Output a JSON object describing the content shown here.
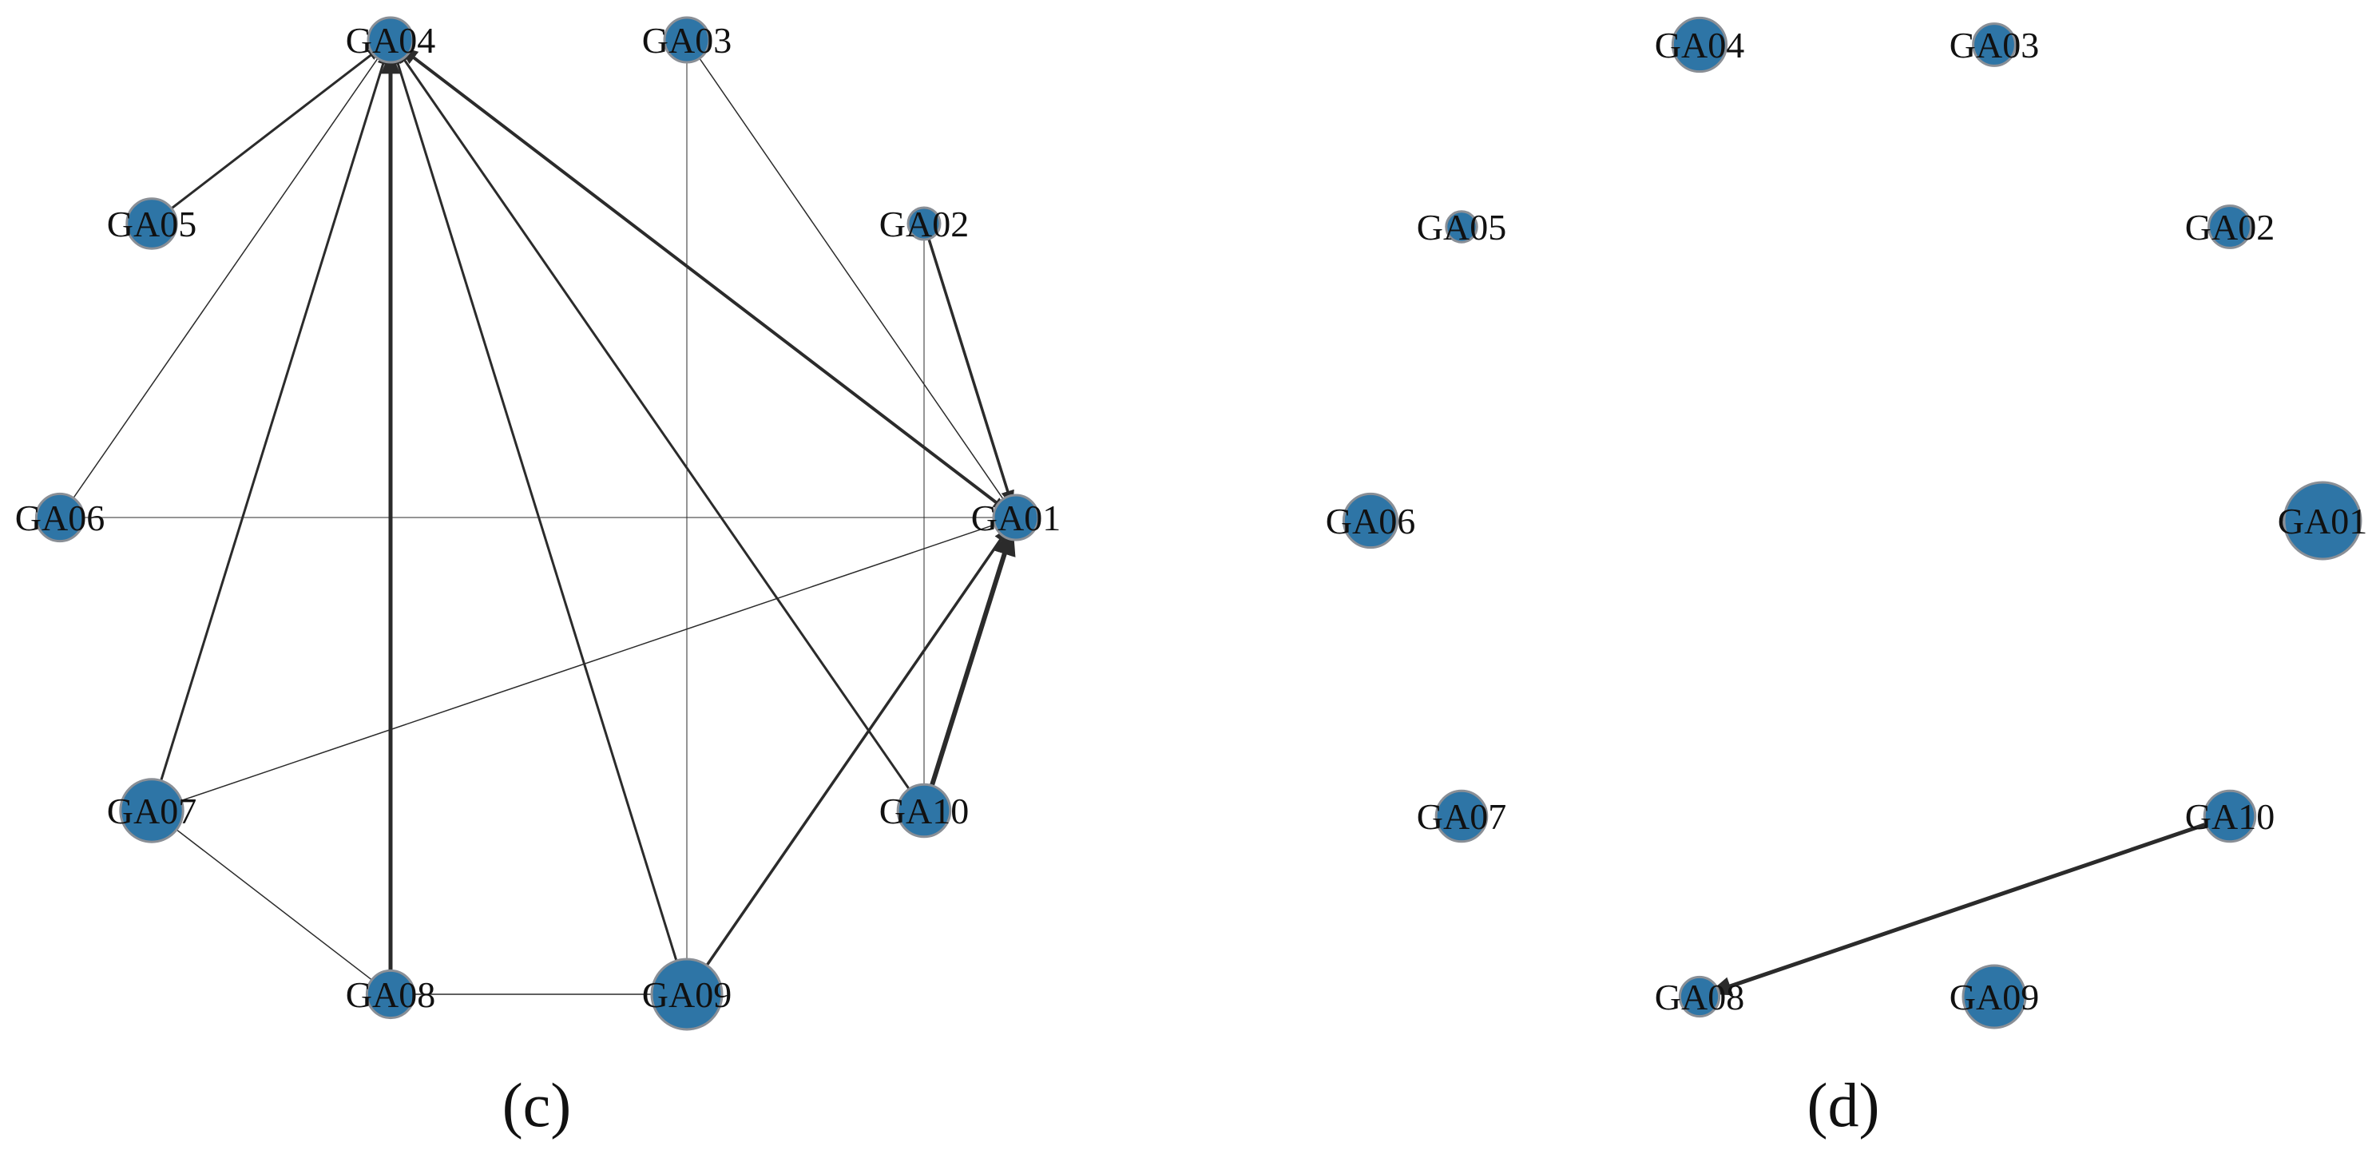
{
  "colors": {
    "node_fill": "#2e75a6",
    "node_stroke": "#8a8f96",
    "edge": "#2b2b2b",
    "label": "#111111",
    "background": "#ffffff"
  },
  "panels": [
    {
      "id": "c",
      "label": "(c)",
      "nodes": [
        {
          "id": "GA04",
          "label": "GA04",
          "size": 0.5
        },
        {
          "id": "GA03",
          "label": "GA03",
          "size": 0.5
        },
        {
          "id": "GA02",
          "label": "GA02",
          "size": 0.25
        },
        {
          "id": "GA01",
          "label": "GA01",
          "size": 0.5
        },
        {
          "id": "GA10",
          "label": "GA10",
          "size": 0.65
        },
        {
          "id": "GA09",
          "label": "GA09",
          "size": 1.0
        },
        {
          "id": "GA08",
          "label": "GA08",
          "size": 0.55
        },
        {
          "id": "GA07",
          "label": "GA07",
          "size": 0.85
        },
        {
          "id": "GA06",
          "label": "GA06",
          "size": 0.55
        },
        {
          "id": "GA05",
          "label": "GA05",
          "size": 0.6
        }
      ],
      "edges": [
        {
          "source": "GA05",
          "target": "GA04",
          "weight": 3
        },
        {
          "source": "GA06",
          "target": "GA04",
          "weight": 1.5
        },
        {
          "source": "GA07",
          "target": "GA04",
          "weight": 3
        },
        {
          "source": "GA08",
          "target": "GA04",
          "weight": 5
        },
        {
          "source": "GA09",
          "target": "GA04",
          "weight": 3
        },
        {
          "source": "GA10",
          "target": "GA04",
          "weight": 3
        },
        {
          "source": "GA01",
          "target": "GA04",
          "weight": 4
        },
        {
          "source": "GA04",
          "target": "GA01",
          "weight": 3
        },
        {
          "source": "GA09",
          "target": "GA03",
          "weight": 1
        },
        {
          "source": "GA03",
          "target": "GA01",
          "weight": 1.5
        },
        {
          "source": "GA10",
          "target": "GA02",
          "weight": 1
        },
        {
          "source": "GA02",
          "target": "GA01",
          "weight": 3.5
        },
        {
          "source": "GA06",
          "target": "GA01",
          "weight": 1
        },
        {
          "source": "GA07",
          "target": "GA01",
          "weight": 1.5
        },
        {
          "source": "GA09",
          "target": "GA01",
          "weight": 3.5
        },
        {
          "source": "GA10",
          "target": "GA01",
          "weight": 6
        },
        {
          "source": "GA07",
          "target": "GA08",
          "weight": 1.5
        },
        {
          "source": "GA09",
          "target": "GA08",
          "weight": 1.5
        }
      ]
    },
    {
      "id": "d",
      "label": "(d)",
      "nodes": [
        {
          "id": "GA04",
          "label": "GA04",
          "size": 0.6
        },
        {
          "id": "GA03",
          "label": "GA03",
          "size": 0.4
        },
        {
          "id": "GA02",
          "label": "GA02",
          "size": 0.4
        },
        {
          "id": "GA01",
          "label": "GA01",
          "size": 1.0
        },
        {
          "id": "GA10",
          "label": "GA10",
          "size": 0.55
        },
        {
          "id": "GA09",
          "label": "GA09",
          "size": 0.75
        },
        {
          "id": "GA08",
          "label": "GA08",
          "size": 0.35
        },
        {
          "id": "GA07",
          "label": "GA07",
          "size": 0.55
        },
        {
          "id": "GA06",
          "label": "GA06",
          "size": 0.6
        },
        {
          "id": "GA05",
          "label": "GA05",
          "size": 0.2
        }
      ],
      "edges": [
        {
          "source": "GA10",
          "target": "GA08",
          "weight": 5
        }
      ]
    }
  ]
}
